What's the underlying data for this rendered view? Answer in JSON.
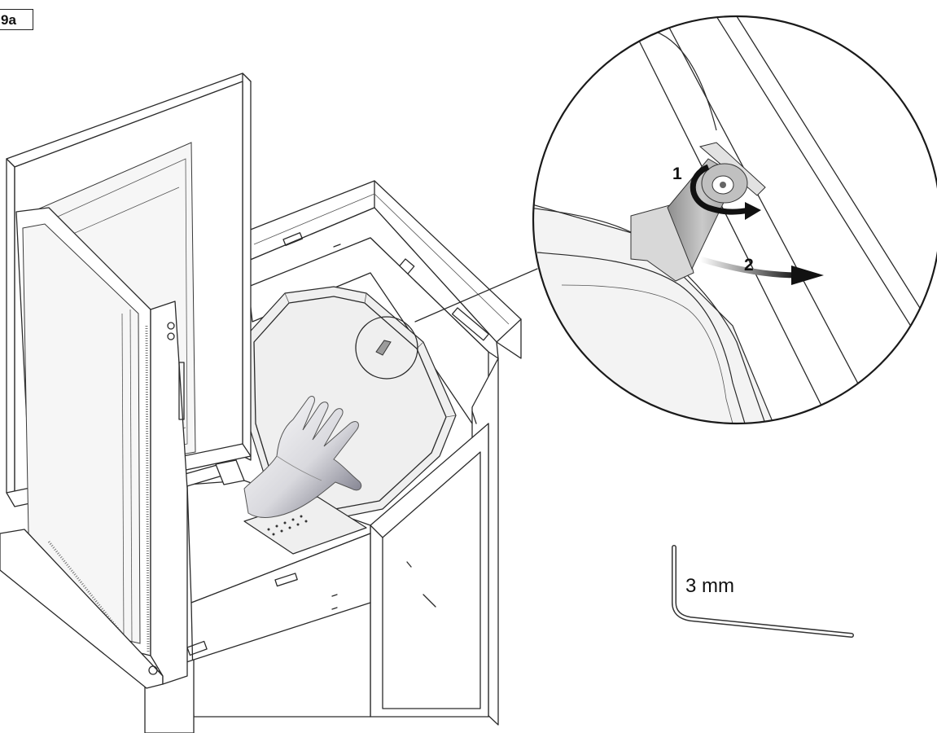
{
  "figure": {
    "label": "9a"
  },
  "detail": {
    "step_1": "1",
    "step_2": "2"
  },
  "tool": {
    "size_label": "3 mm",
    "icon": "allen-key-icon"
  },
  "colors": {
    "line": "#2a2a2a",
    "arrow": "#111111",
    "bracket": "#a9a9a9"
  }
}
